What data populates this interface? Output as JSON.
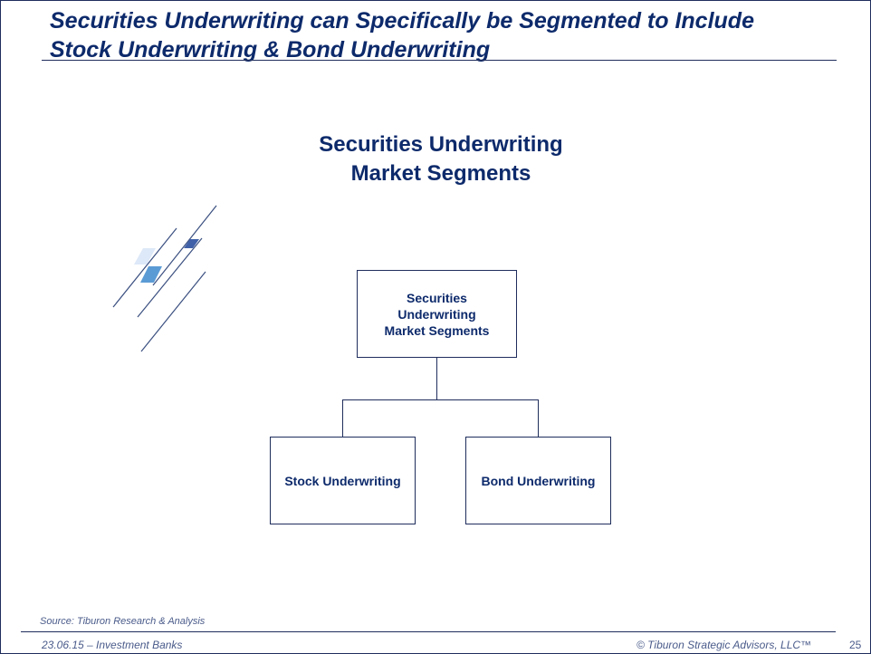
{
  "title": {
    "line1": "Securities Underwriting can Specifically be Segmented to Include",
    "line2": "Stock Underwriting & Bond Underwriting"
  },
  "heading": {
    "line1": "Securities Underwriting",
    "line2": "Market Segments"
  },
  "org_chart": {
    "root": {
      "line1": "Securities",
      "line2": "Underwriting",
      "line3": "Market Segments"
    },
    "children": [
      "Stock Underwriting",
      "Bond Underwriting"
    ]
  },
  "footer": {
    "source": "Source:  Tiburon Research & Analysis",
    "date": "23.06.15 – Investment Banks",
    "copyright": "© Tiburon Strategic Advisors, LLC™",
    "page": "25"
  }
}
